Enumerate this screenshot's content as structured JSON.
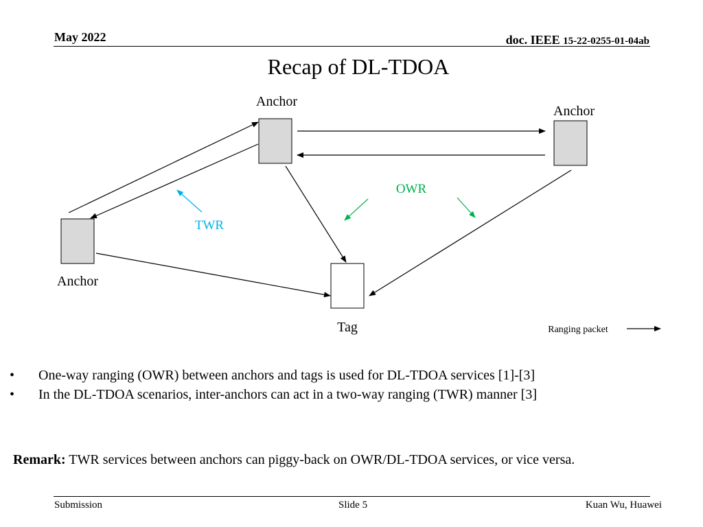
{
  "header": {
    "date": "May 2022",
    "doc_prefix": "doc.",
    "doc_org": "IEEE",
    "doc_number": "15-22-0255-01-04ab"
  },
  "title": "Recap of DL-TDOA",
  "diagram": {
    "anchor_top_label": "Anchor",
    "anchor_right_label": "Anchor",
    "anchor_left_label": "Anchor",
    "tag_label": "Tag",
    "owr_label": "OWR",
    "twr_label": "TWR",
    "legend_label": "Ranging packet",
    "colors": {
      "node_fill": "#d9d9d9",
      "tag_fill": "#ffffff",
      "owr": "#00b050",
      "twr": "#00b0f0"
    }
  },
  "bullets": [
    "One-way ranging (OWR) between anchors and tags is used for DL-TDOA services [1]-[3]",
    "In the DL-TDOA scenarios, inter-anchors can act in a two-way ranging (TWR) manner [3]"
  ],
  "bullet_glyph": "•",
  "remark": {
    "label": "Remark:",
    "text": " TWR services between anchors can piggy-back on OWR/DL-TDOA services, or vice versa."
  },
  "footer": {
    "left": "Submission",
    "center": "Slide 5",
    "right": "Kuan Wu, Huawei"
  }
}
